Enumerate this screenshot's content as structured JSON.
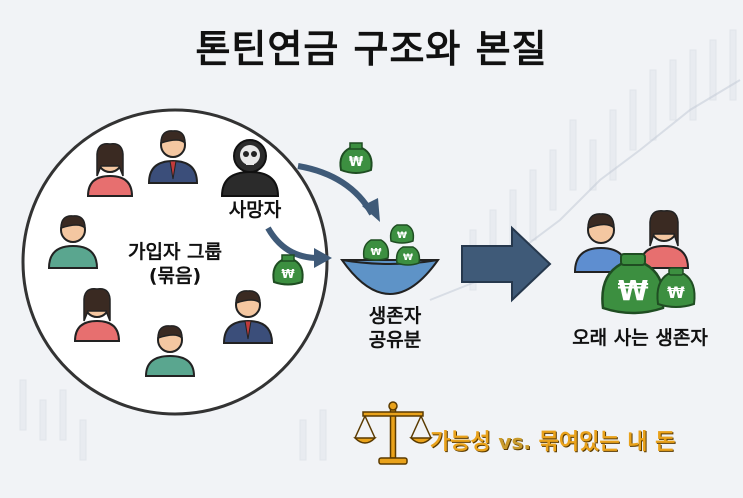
{
  "title": "톤틴연금 구조와 본질",
  "group": {
    "line1": "가입자 그룹",
    "line2": "(묶음)"
  },
  "deceased": "사망자",
  "pool": {
    "line1": "생존자",
    "line2": "공유분"
  },
  "survivor": "오래 사는 생존자",
  "bottom": {
    "part1": "가능성",
    "vs": "vs.",
    "part2": "묶여있는 내 돈"
  },
  "currency_symbol": "₩",
  "colors": {
    "money_green": "#3c8f40",
    "money_dark": "#2e6e31",
    "arrow_blue": "#3f5a78",
    "water_blue": "#5e93c7",
    "gold": "#e9a21b"
  }
}
